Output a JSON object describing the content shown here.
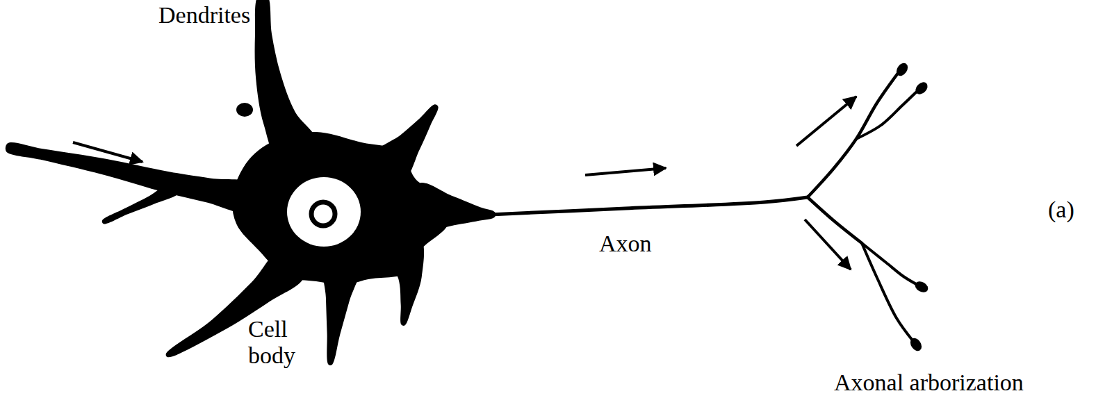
{
  "diagram": {
    "labels": [
      "Dendrites",
      "Cell body",
      "Axon",
      "(a)",
      "Axonal arborization"
    ]
  }
}
